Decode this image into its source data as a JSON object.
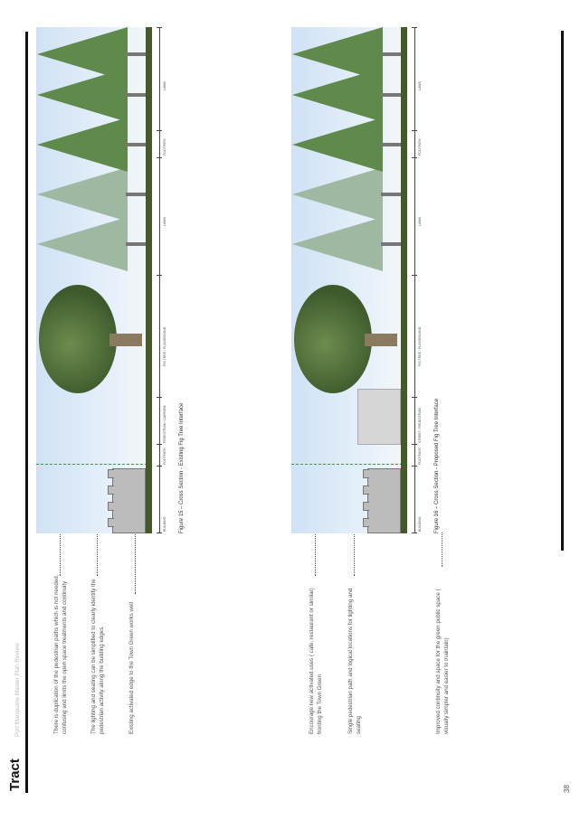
{
  "header": {
    "brand": "Tract",
    "subtitle": "Port Macquarie Master Plan Review",
    "page_number": "38"
  },
  "notes": [
    "There is duplication of the pedestrian paths which is not needed, confusing and limits the open space treatments and continuity",
    "The lighting and seating can be simplified to clearly identify the pedestrian activity along the building edges",
    "Existing activated edge to the Town Green works well",
    "Encourage new activated uses ( cafe, restaurant or similar) fronting the Town Green",
    "Single pedestrian path and logical locations for lighting and seating",
    "Improved continuity and space for the green public space ( visually simpler and easier to maintain)"
  ],
  "figures": {
    "existing": {
      "caption": "Figure 15  –  Cross Section - Existing Fig Tree Interface",
      "dims": [
        "BUILDING",
        "FOOTPATH",
        "PEDESTRIAN / CARPARK",
        "FIG TREE / PLAYGROUND",
        "LAWN",
        "FOOTPATH",
        "LAWN"
      ]
    },
    "proposed": {
      "caption": "Figure 16  –  Cross Section - Proposed Fig Tree Interface",
      "dims": [
        "BUILDING",
        "FOOTPATH",
        "STREET / PEDESTRIAN",
        "FIG TREE / PLAYGROUND",
        "LAWN",
        "FOOTPATH",
        "LAWN"
      ]
    }
  },
  "colors": {
    "rule": "#111111",
    "ground": "#445a2a",
    "section_line": "#e04a4a"
  }
}
